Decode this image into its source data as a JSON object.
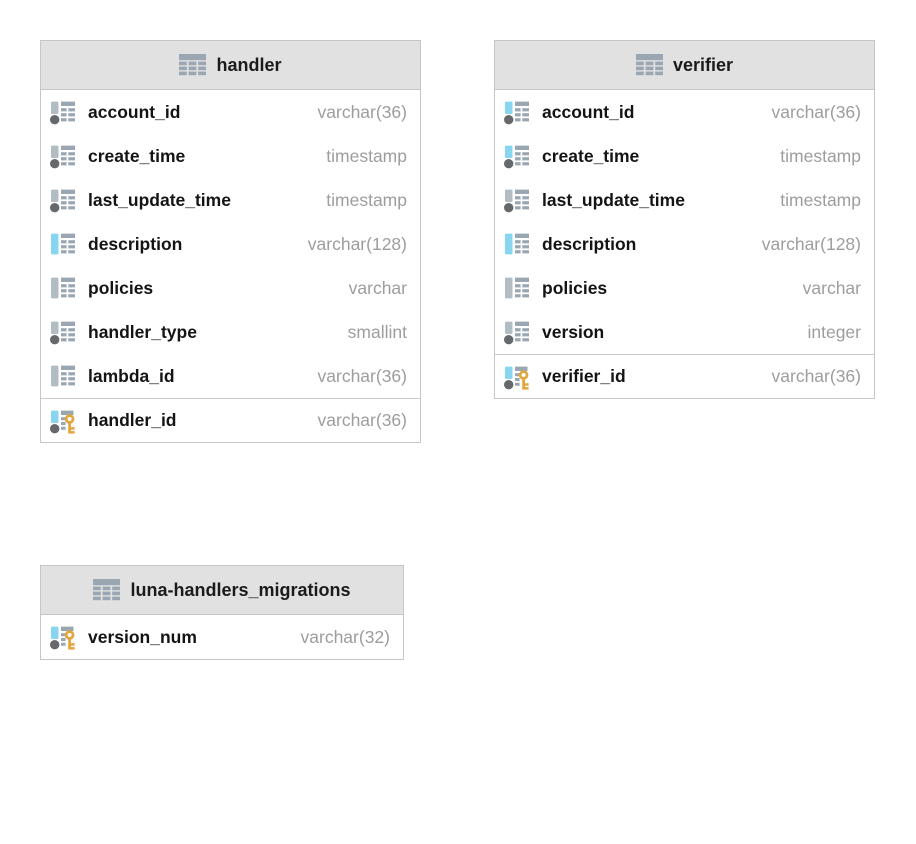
{
  "colors": {
    "icon_grid_gray": "#9aa7b2",
    "icon_bar_gray": "#b2bcc3",
    "icon_bar_blue": "#87d5f0",
    "icon_dot_gray": "#66696c",
    "key_gold": "#e2a63e",
    "header_bg": "#e1e1e1",
    "node_border": "#c6c6c6",
    "type_text": "#9d9d9d"
  },
  "tables": [
    {
      "name": "handler",
      "columns": [
        {
          "name": "account_id",
          "type": "varchar(36)",
          "icon": "gray-dot"
        },
        {
          "name": "create_time",
          "type": "timestamp",
          "icon": "gray-dot"
        },
        {
          "name": "last_update_time",
          "type": "timestamp",
          "icon": "gray-dot"
        },
        {
          "name": "description",
          "type": "varchar(128)",
          "icon": "blue"
        },
        {
          "name": "policies",
          "type": "varchar",
          "icon": "gray"
        },
        {
          "name": "handler_type",
          "type": "smallint",
          "icon": "gray-dot"
        },
        {
          "name": "lambda_id",
          "type": "varchar(36)",
          "icon": "gray"
        },
        {
          "name": "handler_id",
          "type": "varchar(36)",
          "icon": "key",
          "is_key": true
        }
      ]
    },
    {
      "name": "verifier",
      "columns": [
        {
          "name": "account_id",
          "type": "varchar(36)",
          "icon": "blue-dot"
        },
        {
          "name": "create_time",
          "type": "timestamp",
          "icon": "blue-dot"
        },
        {
          "name": "last_update_time",
          "type": "timestamp",
          "icon": "gray-dot"
        },
        {
          "name": "description",
          "type": "varchar(128)",
          "icon": "blue"
        },
        {
          "name": "policies",
          "type": "varchar",
          "icon": "gray"
        },
        {
          "name": "version",
          "type": "integer",
          "icon": "gray-dot"
        },
        {
          "name": "verifier_id",
          "type": "varchar(36)",
          "icon": "key",
          "is_key": true
        }
      ]
    },
    {
      "name": "luna-handlers_migrations",
      "columns": [
        {
          "name": "version_num",
          "type": "varchar(32)",
          "icon": "key",
          "is_key": true
        }
      ]
    }
  ]
}
